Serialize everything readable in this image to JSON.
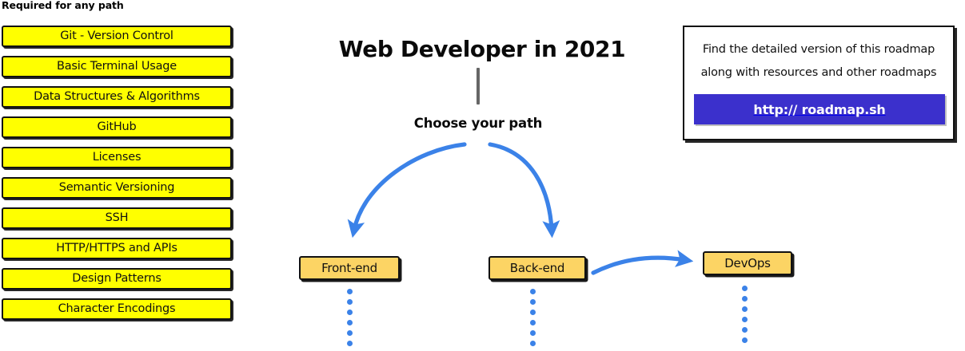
{
  "sidebar": {
    "heading": "Required for any path",
    "items": [
      {
        "label": "Git - Version Control"
      },
      {
        "label": "Basic Terminal Usage"
      },
      {
        "label": "Data Structures & Algorithms"
      },
      {
        "label": "GitHub"
      },
      {
        "label": "Licenses"
      },
      {
        "label": "Semantic Versioning"
      },
      {
        "label": "SSH"
      },
      {
        "label": "HTTP/HTTPS and APIs"
      },
      {
        "label": "Design Patterns"
      },
      {
        "label": "Character Encodings"
      }
    ]
  },
  "center": {
    "title": "Web Developer in 2021",
    "choose_path_label": "Choose your path",
    "paths": [
      {
        "label": "Front-end"
      },
      {
        "label": "Back-end"
      },
      {
        "label": "DevOps"
      }
    ]
  },
  "roadmap_box": {
    "line1": "Find the detailed version of this roadmap",
    "line2": "along with resources and other roadmaps",
    "cta_label": "http:// roadmap.sh"
  },
  "colors": {
    "required_box_fill": "#FFFF00",
    "path_box_fill": "#FCD464",
    "arrow_blue": "#3B82E8",
    "cta_blue": "#3B30CC",
    "outline_black": "#111111",
    "stem_gray": "#666666"
  }
}
